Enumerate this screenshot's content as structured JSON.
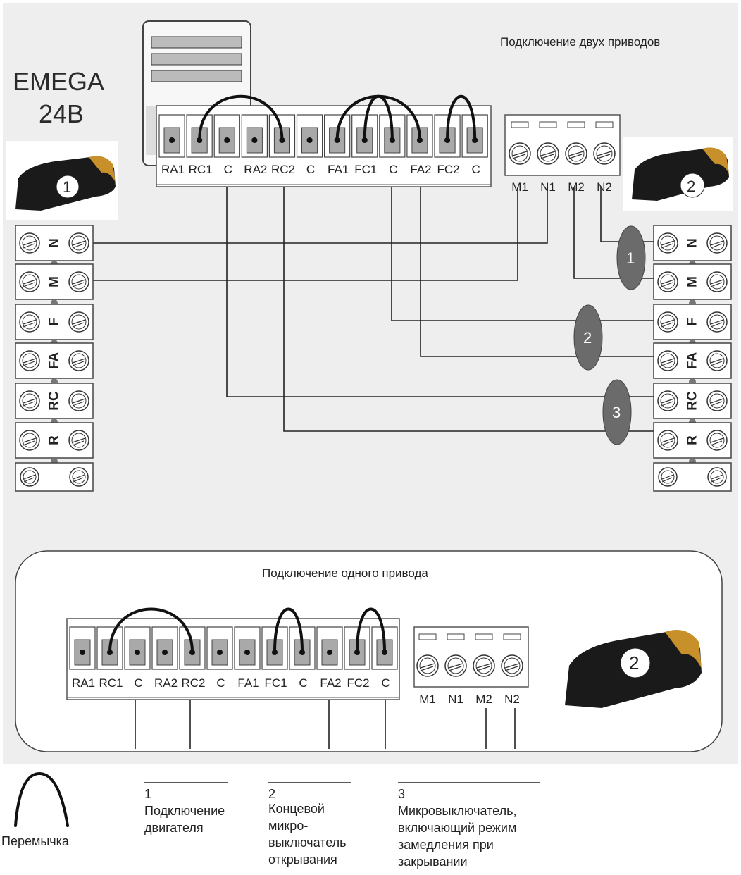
{
  "title": {
    "line1": "EMEGA",
    "line2": "24B"
  },
  "two_drives_caption": "Подключение двух приводов",
  "one_drive_caption": "Подключение одного привода",
  "main_terminals": [
    "RA1",
    "RC1",
    "C",
    "RA2",
    "RC2",
    "C",
    "FA1",
    "FC1",
    "C",
    "FA2",
    "FC2",
    "C"
  ],
  "motor_terminals": [
    "M1",
    "N1",
    "M2",
    "N2"
  ],
  "drive_block_labels": [
    "N",
    "M",
    "F",
    "FA",
    "RC",
    "R"
  ],
  "drive_labels": {
    "left": "1",
    "right": "2",
    "bottom": "2"
  },
  "group_badges": [
    "1",
    "2",
    "3"
  ],
  "legend": {
    "jumper_label": "Перемычка",
    "items": [
      {
        "number": "1",
        "lines": [
          "Подключение",
          "двигателя"
        ]
      },
      {
        "number": "2",
        "lines": [
          "Концевой",
          "микро-",
          "выключатель",
          "открывания"
        ]
      },
      {
        "number": "3",
        "lines": [
          "Микровыключатель,",
          "включающий режим",
          "замедления при",
          "закрывании"
        ]
      }
    ]
  },
  "colors": {
    "badge": "#6b6b6b",
    "panel_bg": "#eeeeee",
    "terminal_fill": "#a9a9a9",
    "drive_body": "#1a1a1a",
    "drive_accent": "#c8902a"
  }
}
